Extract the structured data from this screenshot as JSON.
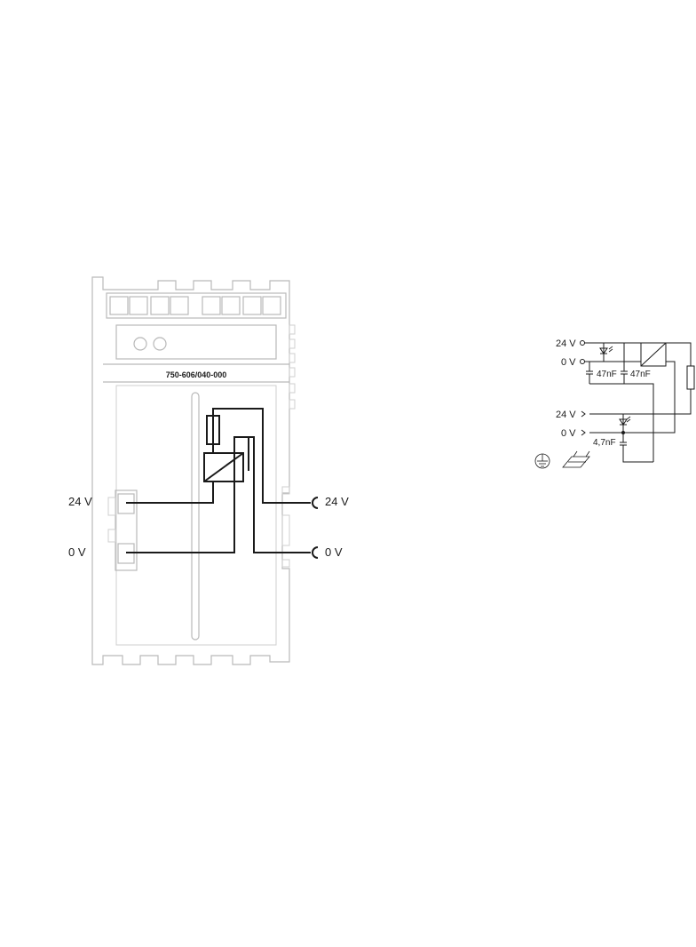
{
  "module": {
    "part_number": "750-606/040-000",
    "left_labels": {
      "v24": "24 V",
      "v0": "0 V"
    },
    "right_labels": {
      "v24": "24 V",
      "v0": "0 V"
    }
  },
  "schematic": {
    "top_24v": "24 V",
    "top_0v": "0 V",
    "cap1": "47nF",
    "cap2": "47nF",
    "bottom_24v": "24 V",
    "bottom_0v": "0 V",
    "cap3": "4,7nF",
    "ground_icon": "protective-earth-icon",
    "rail_icon": "din-rail-icon"
  }
}
